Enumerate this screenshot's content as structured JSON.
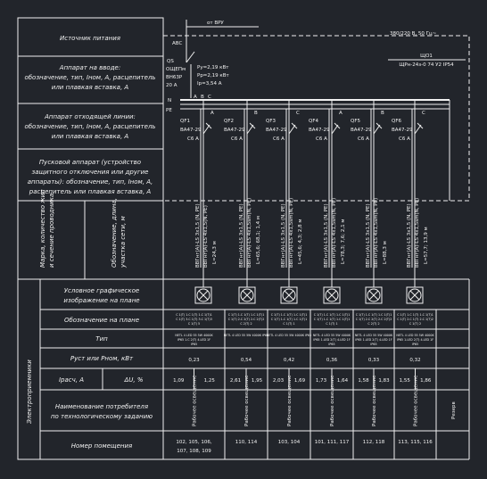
{
  "left_column": {
    "power_source": "Источник питания",
    "input_device": [
      "Аппарат на вводе:",
      "обозначение, тип, Iном, А, расцепитель",
      "или плавкая вставка, А"
    ],
    "outgoing_device": [
      "Аппарат отходящей линии:",
      "обозначение, тип, Iном, А, расцепитель",
      "или плавкая вставка, А"
    ],
    "starter": [
      "Пусковой аппарат (устройство",
      "защитного отключения или другие",
      "аппараты): обозначение, тип, Iном, А,",
      "расцепитель или плавкая вставка, А"
    ],
    "cable_mark": [
      "Марка, количество жил",
      "и сечение проводника"
    ],
    "cable_length": [
      "Обозначение, длина,",
      "участка сети, м"
    ],
    "receivers": "Электроприемники",
    "symbol_label": [
      "Условное графическое",
      "изображение на плане"
    ],
    "plan_label": "Обозначение на плане",
    "type_label": "Тип",
    "power_label": "Pуст или Pном, кВт",
    "current_label": "Iрасч, А",
    "du_label": "ΔU, %",
    "purpose_label": [
      "Наименование потребителя",
      "по технологическому заданию"
    ],
    "room_label": "Номер помещения"
  },
  "source": {
    "from_vru": "от ВРУ",
    "voltage": "380/220 В, 50 Гц~",
    "panel_name": "ЩО1",
    "panel_type": "ЩРн-24з-0 74 У2 IP54",
    "abc": "ABC",
    "n": "N",
    "pe": "PE",
    "a": "A",
    "b": "B",
    "c": "C"
  },
  "input_breaker": {
    "name": "QS",
    "lines": [
      "ОЩЕПм",
      "ВН63Р",
      "20 А"
    ],
    "pu": "Pу=2,19 кВт",
    "pr": "Pр=2,19 кВт",
    "ip": "Iр=3,54 А"
  },
  "feeders": [
    {
      "qf": "QF1",
      "model": "ВА47-29",
      "rating": "C6 А",
      "phase": "A",
      "cable": [
        "ВВГнг(А)-LS 3х1,5 (N, PE)",
        "ВВГнг(А)-LS 4х1,5(N, PE)"
      ],
      "length": "L=24,3 м",
      "plan": [
        "С 1(Т) 1.С 1(Т) 1.С 1(Т)1",
        "С 1(Т) 3.С 1(Т) 3.С 1(Т)3",
        "С 1(Т) 5"
      ],
      "type": [
        "NETL 4 LED 55 5W 4000K",
        "IP65 1.С 2(Т) 4.LED 1F",
        "IP65"
      ],
      "power": "0,23",
      "current": "1,09",
      "du": "1,25",
      "purpose": "Рабочее освещение",
      "rooms": [
        "102, 105, 106,",
        "107, 108, 109"
      ]
    },
    {
      "qf": "QF2",
      "model": "ВА47-29",
      "rating": "C6 А",
      "phase": "B",
      "cable": [
        "ВВГнг(А)-LS 3х1,5 (N, PE)",
        "ВВГнг(А)-LS 4х1,5sm(N, PE)"
      ],
      "length": "L=65,6; 68,1; 1,4 м",
      "plan": [
        "С 1(Т) 1.С 1(Т) 1.С 1(Т)1",
        "С 1(Т) 2.С 2(Т) 2.С 2(Т)2",
        "С 2(Т) 2"
      ],
      "type": [
        "NETL 4 LED 55 5W 4000K IP65",
        "",
        ""
      ],
      "power": "0,54",
      "current": "2,61",
      "du": "1,95",
      "purpose": "Рабочее освещение",
      "rooms": [
        "110, 114",
        ""
      ]
    },
    {
      "qf": "QF3",
      "model": "ВА47-29",
      "rating": "C6 А",
      "phase": "C",
      "cable": [
        "ВВГнг(А)-LS 3х1,5 (N, PE)",
        "ВВГнг(А)-LS 4х1,5sm(N, PE)"
      ],
      "length": "L=45,6; 4,3; 2,8 м",
      "plan": [
        "С 1(Т) 1.С 1(Т) 1.С 1(Т)1",
        "С 1(Т) 1.С 1(Т) 1.С 1(Т)1",
        "С 1(Т) 1"
      ],
      "type": [
        "NETL 4 LED 55 5W 4000K IP65",
        "",
        ""
      ],
      "power": "0,42",
      "current": "2,03",
      "du": "1,69",
      "purpose": "Рабочее освещение",
      "rooms": [
        "103, 104",
        ""
      ]
    },
    {
      "qf": "QF4",
      "model": "ВА47-29",
      "rating": "C6 А",
      "phase": "A",
      "cable": [
        "ВВГнг(А)-LS 3х1,5 (N, PE)",
        "ВВГнг(А)-LS 4х1,5sm(N, PE)"
      ],
      "length": "L=78,3; 7,6; 2,1 м",
      "plan": [
        "С 1(Т) 1.С 1(Т) 1.С 1(Т)1",
        "С 1(Т) 1.С 1(Т) 1.С 1(Т)1",
        "С 1(Т) 1"
      ],
      "type": [
        "NETL 4 LED 55 5W 4000K",
        "IP65 1.LED 2(Т) 4.LED 1F",
        "IP65"
      ],
      "power": "0,36",
      "current": "1,73",
      "du": "1,64",
      "purpose": "Рабочее освещение",
      "rooms": [
        "101, 111, 117",
        ""
      ]
    },
    {
      "qf": "QF5",
      "model": "ВА47-29",
      "rating": "C6 А",
      "phase": "B",
      "cable": [
        "ВВГнг(А)-LS 3х1,5 (N, PE)",
        "ВВГнг(А)-LS 4х1,5sm(N, PE)"
      ],
      "length": "L=88,3 м",
      "plan": [
        "С 1(Т) 1.С 1(Т) 1.С 1(Т)1",
        "С 1(Т) 2.С 2(Т) 2.С 2(Т)2",
        "С 2(Т) 2"
      ],
      "type": [
        "NETL 4 LED 55 5W 4000K",
        "IP65 1.LED 2(Т) 4.LED 1F",
        "IP65"
      ],
      "power": "0,33",
      "current": "1,58",
      "du": "1,83",
      "purpose": "Рабочее освещение",
      "rooms": [
        "112, 118",
        ""
      ]
    },
    {
      "qf": "QF6",
      "model": "ВА47-29",
      "rating": "C6 А",
      "phase": "C",
      "cable": [
        "ВВГнг(А)-LS 3х1,5 (N, PE)",
        "ВВГнг(А)-LS 4х1,5sm(N, PE)"
      ],
      "length": "L=57,7; 13,9 м",
      "plan": [
        "С 1(Т) 1.С 1(Т) 1.С 1(Т)1",
        "С 1(Т) 2.С 1(Т) 2.С 1(Т)2",
        "С 1(Т) 2"
      ],
      "type": [
        "NETL 4 LED 55 5W 4000K",
        "IP65 1.LED 2(Т) 4.LED 1F",
        "IP65"
      ],
      "power": "0,32",
      "current": "1,55",
      "du": "1,86",
      "purpose": "Рабочее освещение",
      "rooms": [
        "113, 115, 116",
        ""
      ]
    }
  ],
  "reserve": "Резерв"
}
